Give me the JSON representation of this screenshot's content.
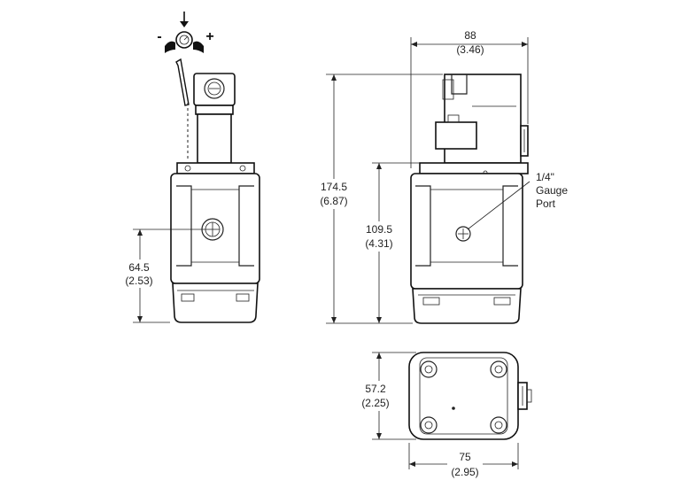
{
  "adjustment": {
    "minus_label": "-",
    "plus_label": "+"
  },
  "dimensions": {
    "width_top": {
      "mm": "88",
      "in": "(3.46)"
    },
    "height_total": {
      "mm": "174.5",
      "in": "(6.87)"
    },
    "height_port": {
      "mm": "109.5",
      "in": "(4.31)"
    },
    "height_left": {
      "mm": "64.5",
      "in": "(2.53)"
    },
    "depth_base": {
      "mm": "57.2",
      "in": "(2.25)"
    },
    "width_base": {
      "mm": "75",
      "in": "(2.95)"
    }
  },
  "gauge_port": {
    "line1": "1/4\"",
    "line2": "Gauge",
    "line3": "Port"
  },
  "colors": {
    "line": "#111111",
    "background": "#ffffff"
  }
}
